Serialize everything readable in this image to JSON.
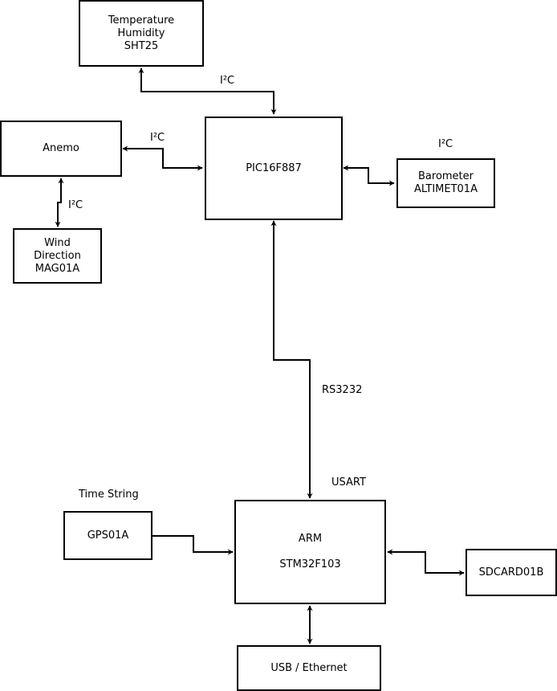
{
  "nodes": {
    "sht25": {
      "lines": [
        "Temperature",
        "Humidity",
        "SHT25"
      ]
    },
    "anemo": {
      "lines": [
        "Anemo"
      ]
    },
    "pic": {
      "lines": [
        "PIC16F887"
      ]
    },
    "barometer": {
      "lines": [
        "Barometer",
        "ALTIMET01A"
      ]
    },
    "wind": {
      "lines": [
        "Wind",
        "Direction",
        "MAG01A"
      ]
    },
    "gps": {
      "lines": [
        "GPS01A"
      ]
    },
    "arm": {
      "lines": [
        "ARM",
        "STM32F103"
      ]
    },
    "sdcard": {
      "lines": [
        "SDCARD01B"
      ]
    },
    "usb": {
      "lines": [
        "USB / Ethernet"
      ]
    }
  },
  "labels": {
    "i2c_sht25": "I²C",
    "i2c_anemo": "I²C",
    "i2c_barometer": "I²C",
    "i2c_wind": "I²C",
    "rs3232": "RS3232",
    "usart": "USART",
    "time_string": "Time String"
  },
  "style": {
    "stroke": "#000000",
    "fill": "#ffffff"
  }
}
